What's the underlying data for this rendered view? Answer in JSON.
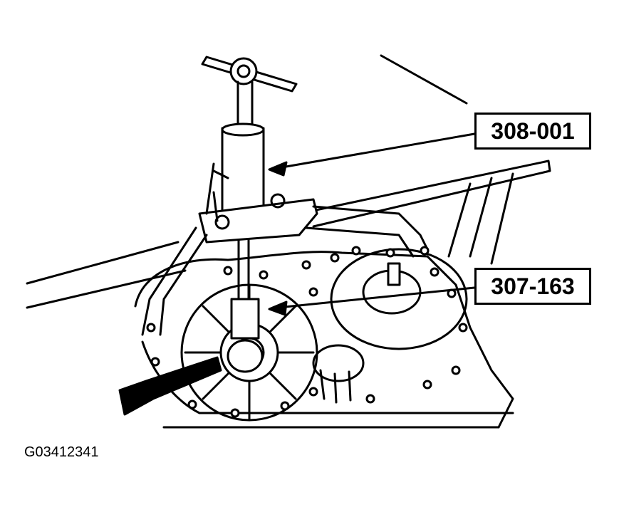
{
  "callouts": {
    "puller_tool": "308-001",
    "seal_tool": "307-163"
  },
  "figure_id": "G03412341",
  "colors": {
    "ink": "#000000",
    "paper": "#ffffff"
  }
}
